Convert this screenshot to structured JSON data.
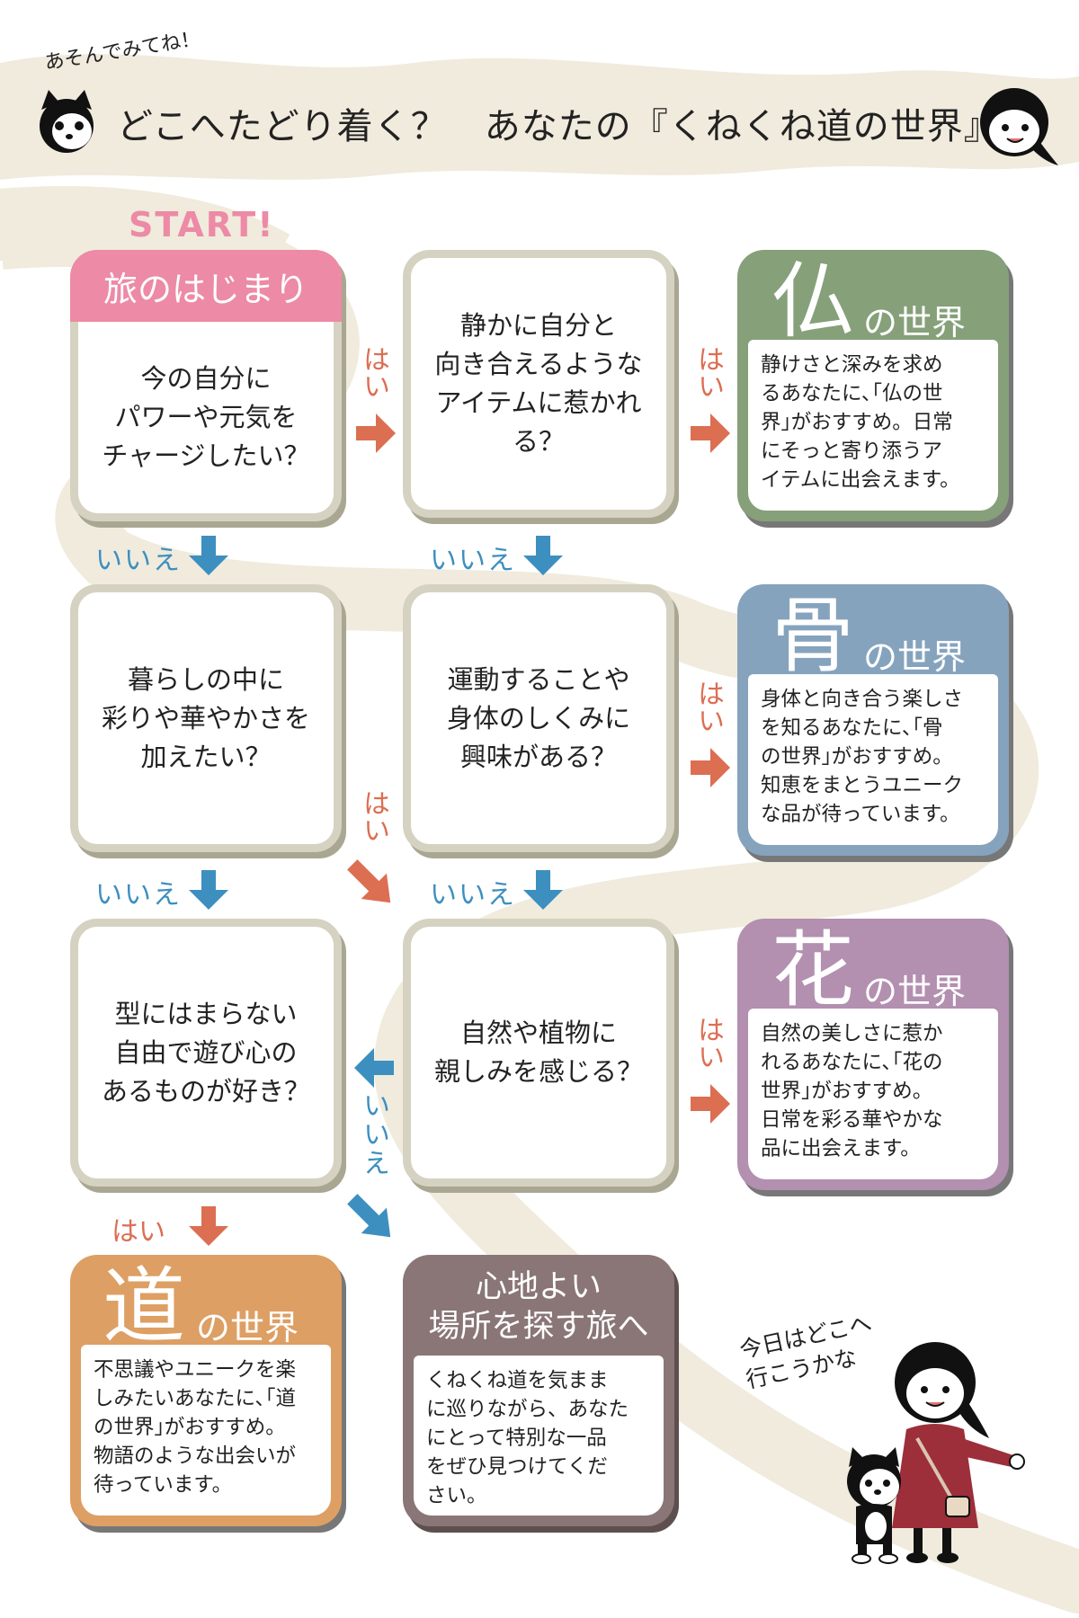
{
  "header": {
    "subtitle": "あそんでみてね！",
    "title": "どこへたどり着く？　あなたの『くねくね道の世界』"
  },
  "start_label": "START!",
  "start_box": {
    "header": "旅のはじまり",
    "question": "今の自分に\nパワーや元気を\nチャージしたい？"
  },
  "questions": {
    "q2": "静かに自分と\n向き合えるような\nアイテムに惹かれる？",
    "q3": "暮らしの中に\n彩りや華やかさを\n加えたい？",
    "q4": "運動することや\n身体のしくみに\n興味がある？",
    "q5": "型にはまらない\n自由で遊び心の\nあるものが好き？",
    "q6": "自然や植物に\n親しみを感じる？"
  },
  "labels": {
    "yes": "はい",
    "no": "いいえ"
  },
  "results": {
    "hotoke": {
      "big": "仏",
      "suffix": "の世界",
      "text": "静けさと深みを求め\nるあなたに､｢仏の世\n界｣がおすすめ。日常\nにそっと寄り添うア\nイテムに出会えます。"
    },
    "hone": {
      "big": "骨",
      "suffix": "の世界",
      "text": "身体と向き合う楽しさ\nを知るあなたに､｢骨\nの世界｣がおすすめ。\n知恵をまとうユニーク\nな品が待っています。"
    },
    "hana": {
      "big": "花",
      "suffix": "の世界",
      "text": "自然の美しさに惹か\nれるあなたに､｢花の\n世界｣がおすすめ。\n日常を彩る華やかな\n品に出会えます。"
    },
    "michi": {
      "big": "道",
      "suffix": "の世界",
      "text": "不思議やユニークを楽\nしみたいあなたに､｢道\nの世界｣がおすすめ。\n物語のような出会いが\n待っています。"
    }
  },
  "final": {
    "title": "心地よい\n場所を探す旅へ",
    "text": "くねくね道を気まま\nに巡りながら、あなた\nにとって特別な一品\nをぜひ見つけてくだ\nさい。"
  },
  "speech": "今日はどこへ\n行こうかな",
  "colors": {
    "pink": "#ed8aa5",
    "green": "#86a07a",
    "blue": "#86a3bd",
    "purple": "#b38fb0",
    "orange": "#dd9f63",
    "mauve": "#8a7676",
    "yes_red": "#dc6e52",
    "no_blue": "#3d8fbf",
    "road": "#f0ebdd"
  }
}
